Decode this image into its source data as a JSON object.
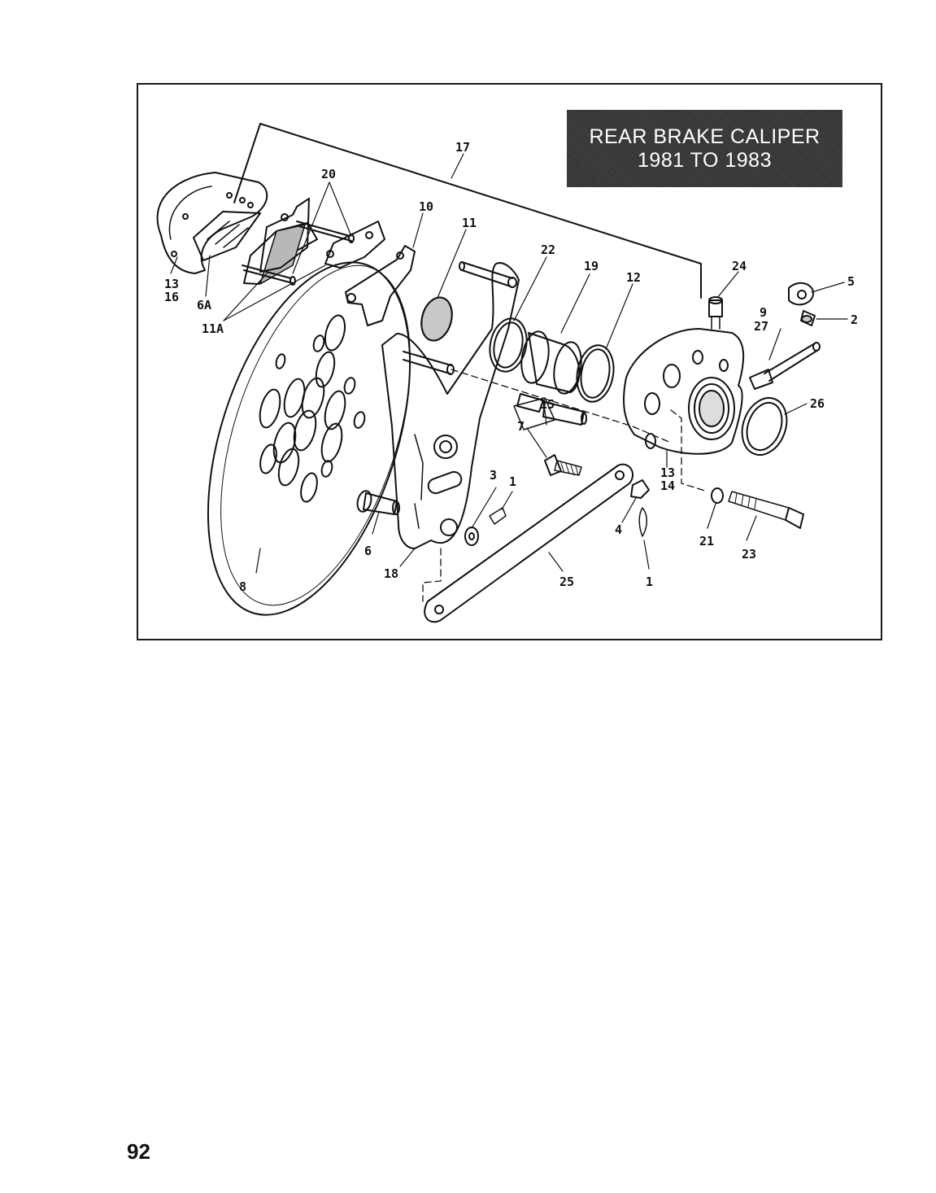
{
  "figure": {
    "title_line_1": "REAR BRAKE CALIPER",
    "title_line_2": "1981 TO 1983",
    "title_bg": "#333333",
    "callouts": [
      {
        "id": "17",
        "text": "17"
      },
      {
        "id": "20",
        "text": "20"
      },
      {
        "id": "10",
        "text": "10"
      },
      {
        "id": "11",
        "text": "11"
      },
      {
        "id": "22",
        "text": "22"
      },
      {
        "id": "19",
        "text": "19"
      },
      {
        "id": "12",
        "text": "12"
      },
      {
        "id": "24",
        "text": "24"
      },
      {
        "id": "5",
        "text": "5"
      },
      {
        "id": "2",
        "text": "2"
      },
      {
        "id": "9",
        "text": "9"
      },
      {
        "id": "27",
        "text": "27"
      },
      {
        "id": "13a",
        "text": "13"
      },
      {
        "id": "16",
        "text": "16"
      },
      {
        "id": "6A",
        "text": "6A"
      },
      {
        "id": "11A",
        "text": "11A"
      },
      {
        "id": "26",
        "text": "26"
      },
      {
        "id": "7",
        "text": "7"
      },
      {
        "id": "15",
        "text": "15"
      },
      {
        "id": "13b",
        "text": "13"
      },
      {
        "id": "14",
        "text": "14"
      },
      {
        "id": "3",
        "text": "3"
      },
      {
        "id": "1a",
        "text": "1"
      },
      {
        "id": "6",
        "text": "6"
      },
      {
        "id": "4",
        "text": "4"
      },
      {
        "id": "21",
        "text": "21"
      },
      {
        "id": "23",
        "text": "23"
      },
      {
        "id": "18",
        "text": "18"
      },
      {
        "id": "8",
        "text": "8"
      },
      {
        "id": "25",
        "text": "25"
      },
      {
        "id": "1b",
        "text": "1"
      }
    ]
  },
  "page": {
    "number": "92"
  }
}
